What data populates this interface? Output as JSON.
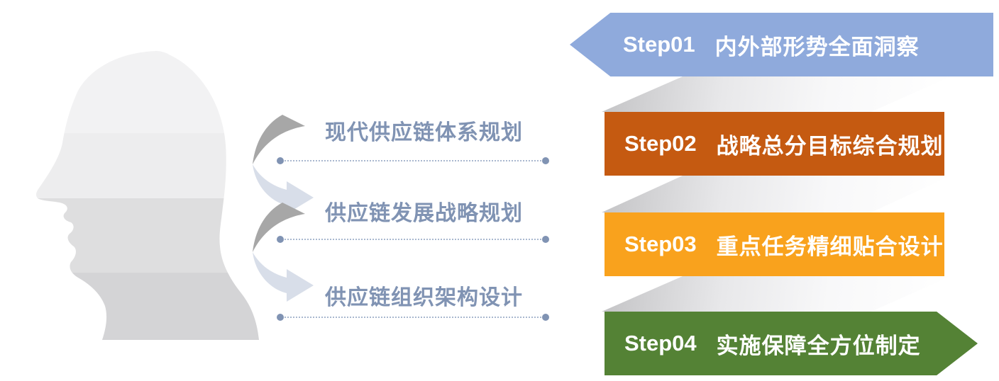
{
  "head": {
    "band_colors": [
      "#F2F2F3",
      "#EDEDEE",
      "#DEDEDF",
      "#D4D4D6"
    ]
  },
  "arrows": {
    "dark_color": "#A7A7A7",
    "light_color": "#D8DEE9"
  },
  "process_items": {
    "text_color": "#8093B3",
    "items": [
      {
        "label": "现代供应链体系规划"
      },
      {
        "label": "供应链发展战略规划"
      },
      {
        "label": "供应链组织架构设计"
      }
    ]
  },
  "steps": [
    {
      "step_label": "Step01",
      "title": "内外部形势全面洞察",
      "color": "#8FAADC",
      "shape": "chevron-left"
    },
    {
      "step_label": "Step02",
      "title": "战略总分目标综合规划",
      "color": "#C55A11",
      "shape": "rectangle"
    },
    {
      "step_label": "Step03",
      "title": "重点任务精细贴合设计",
      "color": "#F9A21D",
      "shape": "rectangle"
    },
    {
      "step_label": "Step04",
      "title": "实施保障全方位制定",
      "color": "#548235",
      "shape": "chevron-right"
    }
  ]
}
